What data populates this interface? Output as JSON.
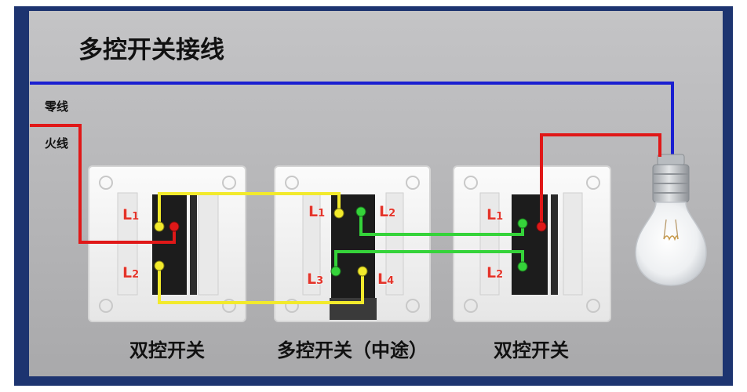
{
  "title": "多控开关接线",
  "wires": {
    "neutral_label": "零线",
    "live_label": "火线",
    "neutral_color": "#1a1fd1",
    "live_color": "#e01818",
    "traveler_yellow": "#f2ea2c",
    "traveler_green": "#35d33a"
  },
  "switches": [
    {
      "caption": "双控开关",
      "terminals": [
        {
          "letter": "L",
          "sub": "1"
        },
        {
          "letter": "L",
          "sub": "2"
        }
      ]
    },
    {
      "caption": "多控开关（中途）",
      "terminals": [
        {
          "letter": "L",
          "sub": "1"
        },
        {
          "letter": "L",
          "sub": "2"
        },
        {
          "letter": "L",
          "sub": "3"
        },
        {
          "letter": "L",
          "sub": "4"
        }
      ]
    },
    {
      "caption": "双控开关",
      "terminals": [
        {
          "letter": "L",
          "sub": "1"
        },
        {
          "letter": "L",
          "sub": "2"
        }
      ]
    }
  ],
  "lamp": {
    "icon": "light-bulb-icon"
  },
  "colors": {
    "frame": "#1d3470",
    "background": "#b3b3b5",
    "plate": "#f4f4f4",
    "terminal_label": "#e3342a"
  }
}
